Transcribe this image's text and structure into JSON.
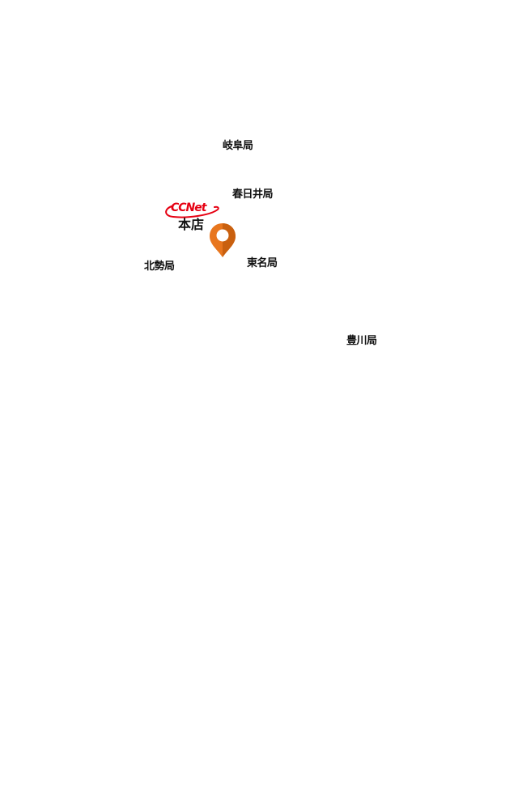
{
  "map": {
    "offices": [
      {
        "id": "gifu",
        "label": "岐阜局"
      },
      {
        "id": "kasugai",
        "label": "春日井局"
      },
      {
        "id": "hokusei",
        "label": "北勢局"
      },
      {
        "id": "tomei",
        "label": "東名局"
      },
      {
        "id": "toyokawa",
        "label": "豊川局"
      }
    ],
    "headquarters": {
      "logo_text": "CCNet",
      "label": "本店",
      "marker_icon": "location-pin-icon",
      "logo_color": "#e60012",
      "pin_color": "#e8761e",
      "pin_shade_color": "#b94f0c"
    }
  }
}
